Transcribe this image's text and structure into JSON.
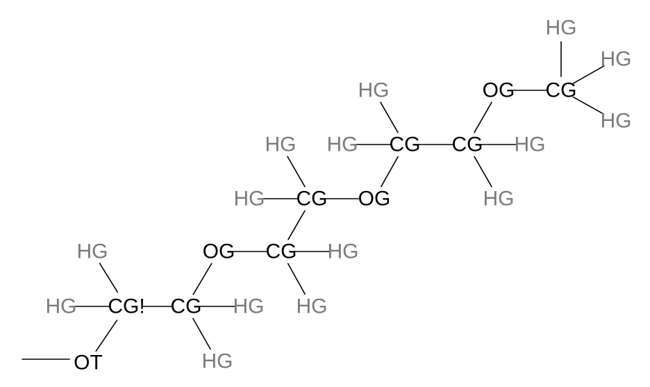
{
  "colors": {
    "heavy_atom": "#000000",
    "hydrogen": "#7a7a7a",
    "bond": "#000000"
  },
  "atoms": [
    {
      "id": "OT",
      "label": "OT",
      "kind": "heavy"
    },
    {
      "id": "C1",
      "label": "CG!",
      "kind": "heavy"
    },
    {
      "id": "H1a",
      "label": "HG",
      "kind": "hydrogen"
    },
    {
      "id": "H1b",
      "label": "HG",
      "kind": "hydrogen"
    },
    {
      "id": "C2",
      "label": "CG",
      "kind": "heavy"
    },
    {
      "id": "H2a",
      "label": "HG",
      "kind": "hydrogen"
    },
    {
      "id": "H2b",
      "label": "HG",
      "kind": "hydrogen"
    },
    {
      "id": "O1",
      "label": "OG",
      "kind": "heavy"
    },
    {
      "id": "C3",
      "label": "CG",
      "kind": "heavy"
    },
    {
      "id": "H3a",
      "label": "HG",
      "kind": "hydrogen"
    },
    {
      "id": "H3b",
      "label": "HG",
      "kind": "hydrogen"
    },
    {
      "id": "C4",
      "label": "CG",
      "kind": "heavy"
    },
    {
      "id": "H4a",
      "label": "HG",
      "kind": "hydrogen"
    },
    {
      "id": "H4b",
      "label": "HG",
      "kind": "hydrogen"
    },
    {
      "id": "O2",
      "label": "OG",
      "kind": "heavy"
    },
    {
      "id": "C5",
      "label": "CG",
      "kind": "heavy"
    },
    {
      "id": "H5a",
      "label": "HG",
      "kind": "hydrogen"
    },
    {
      "id": "H5b",
      "label": "HG",
      "kind": "hydrogen"
    },
    {
      "id": "C6",
      "label": "CG",
      "kind": "heavy"
    },
    {
      "id": "H6a",
      "label": "HG",
      "kind": "hydrogen"
    },
    {
      "id": "H6b",
      "label": "HG",
      "kind": "hydrogen"
    },
    {
      "id": "O3",
      "label": "OG",
      "kind": "heavy"
    },
    {
      "id": "C7",
      "label": "CG",
      "kind": "heavy"
    },
    {
      "id": "H7a",
      "label": "HG",
      "kind": "hydrogen"
    },
    {
      "id": "H7b",
      "label": "HG",
      "kind": "hydrogen"
    },
    {
      "id": "H7c",
      "label": "HG",
      "kind": "hydrogen"
    }
  ],
  "bonds": [
    [
      "OT",
      "C1"
    ],
    [
      "C1",
      "H1a"
    ],
    [
      "C1",
      "H1b"
    ],
    [
      "C1",
      "C2"
    ],
    [
      "C2",
      "H2a"
    ],
    [
      "C2",
      "H2b"
    ],
    [
      "C2",
      "O1"
    ],
    [
      "O1",
      "C3"
    ],
    [
      "C3",
      "H3a"
    ],
    [
      "C3",
      "H3b"
    ],
    [
      "C3",
      "C4"
    ],
    [
      "C4",
      "H4a"
    ],
    [
      "C4",
      "H4b"
    ],
    [
      "C4",
      "O2"
    ],
    [
      "O2",
      "C5"
    ],
    [
      "C5",
      "H5a"
    ],
    [
      "C5",
      "H5b"
    ],
    [
      "C5",
      "C6"
    ],
    [
      "C6",
      "H6a"
    ],
    [
      "C6",
      "H6b"
    ],
    [
      "C6",
      "O3"
    ],
    [
      "O3",
      "C7"
    ],
    [
      "C7",
      "H7a"
    ],
    [
      "C7",
      "H7b"
    ],
    [
      "C7",
      "H7c"
    ]
  ],
  "open_bonds": [
    "OT"
  ]
}
